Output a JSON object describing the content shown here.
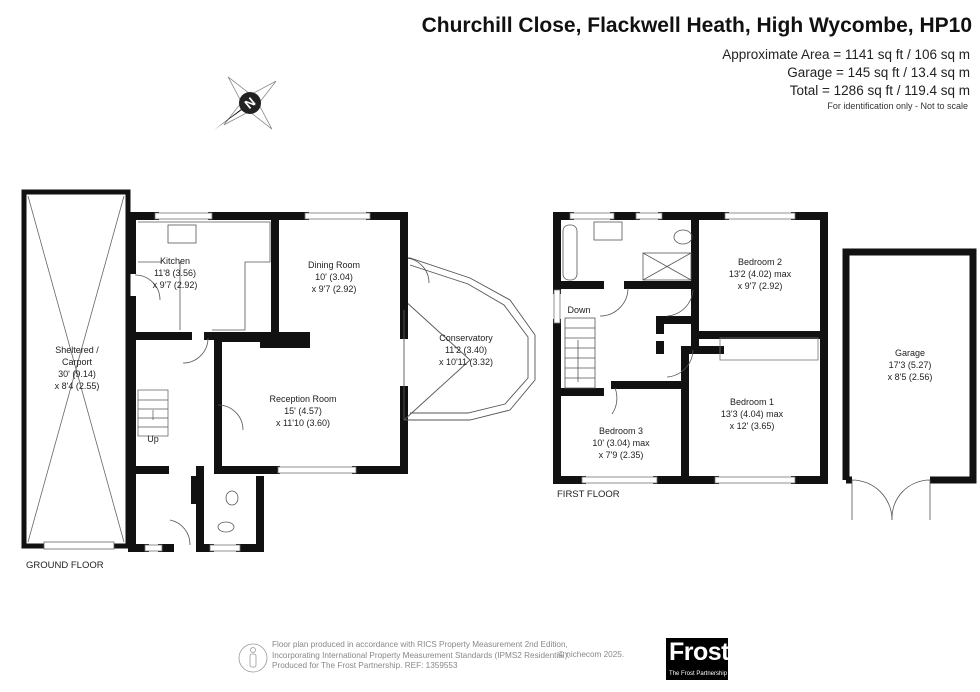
{
  "header": {
    "title": "Churchill Close, Flackwell Heath, High Wycombe, HP10",
    "approx_area": "Approximate Area = 1141 sq ft / 106 sq m",
    "garage_area": "Garage = 145 sq ft / 13.4 sq m",
    "total_area": "Total = 1286 sq ft / 119.4 sq m",
    "note": "For identification only - Not to scale"
  },
  "compass": {
    "letter": "N"
  },
  "ground_floor": {
    "label": "GROUND FLOOR",
    "rooms": [
      {
        "name": "Kitchen",
        "dim1": "11'8 (3.56)",
        "dim2": "x 9'7 (2.92)"
      },
      {
        "name": "Dining Room",
        "dim1": "10' (3.04)",
        "dim2": "x 9'7 (2.92)"
      },
      {
        "name": "Reception Room",
        "dim1": "15' (4.57)",
        "dim2": "x 11'10 (3.60)"
      },
      {
        "name": "Conservatory",
        "dim1": "11'2 (3.40)",
        "dim2": "x 10'11 (3.32)"
      },
      {
        "name": "Sheltered /",
        "dim1": "Carport",
        "dim2": "30' (9.14)",
        "dim3": "x 8'4 (2.55)"
      }
    ],
    "stairs_label": "Up"
  },
  "first_floor": {
    "label": "FIRST FLOOR",
    "rooms": [
      {
        "name": "Bedroom 2",
        "dim1": "13'2 (4.02) max",
        "dim2": "x 9'7 (2.92)"
      },
      {
        "name": "Bedroom 1",
        "dim1": "13'3 (4.04) max",
        "dim2": "x 12' (3.65)"
      },
      {
        "name": "Bedroom 3",
        "dim1": "10' (3.04) max",
        "dim2": "x 7'9 (2.35)"
      }
    ],
    "stairs_label": "Down"
  },
  "garage": {
    "name": "Garage",
    "dim1": "17'3 (5.27)",
    "dim2": "x 8'5 (2.56)"
  },
  "footer": {
    "line1": "Floor plan produced in accordance with RICS Property Measurement 2nd Edition,",
    "line2": "Incorporating International Property Measurement Standards (IPMS2 Residential).",
    "line3": "Produced for The Frost Partnership.   REF:  1359553",
    "copyright": "© nichecom 2025.",
    "logo_text": "Frost",
    "logo_sub": "The Frost Partnership"
  }
}
